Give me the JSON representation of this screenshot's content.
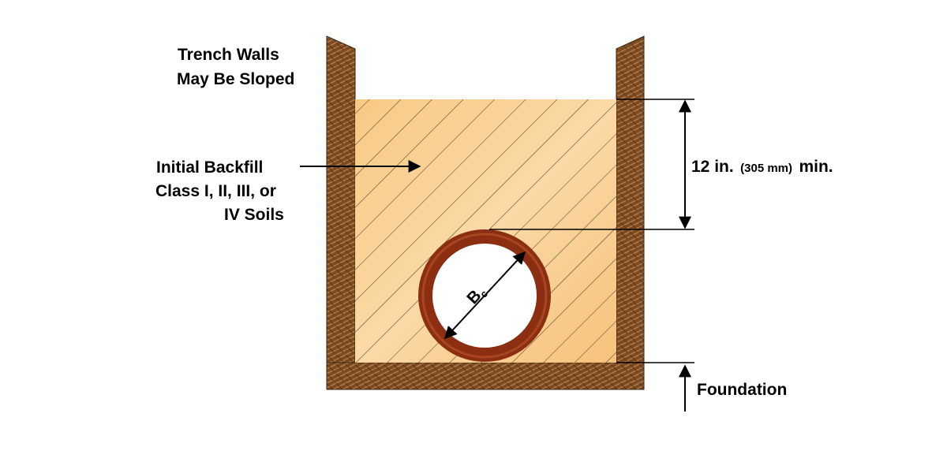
{
  "labels": {
    "trench_walls_line1": "Trench Walls",
    "trench_walls_line2": "May Be Sloped",
    "backfill_line1": "Initial Backfill",
    "backfill_line2": "Class I, II, III, or",
    "backfill_line3": "IV Soils",
    "cover_main": "12 in.",
    "cover_metric": "(305 mm)",
    "cover_suffix": "min.",
    "foundation": "Foundation",
    "diameter_main": "B",
    "diameter_sub": "c"
  },
  "colors": {
    "soil": "#7b4a22",
    "soil_pattern": "#b07a45",
    "backfill": "#f8c983",
    "backfill_light": "#fbd9a6",
    "hatch": "#4a3320",
    "pipe_wall": "#8b2e12",
    "pipe_inner": "#ffffff",
    "ink": "#000000"
  },
  "icons": {
    "pattern": "herringbone-soil-pattern",
    "arrow": "arrow-icon"
  }
}
